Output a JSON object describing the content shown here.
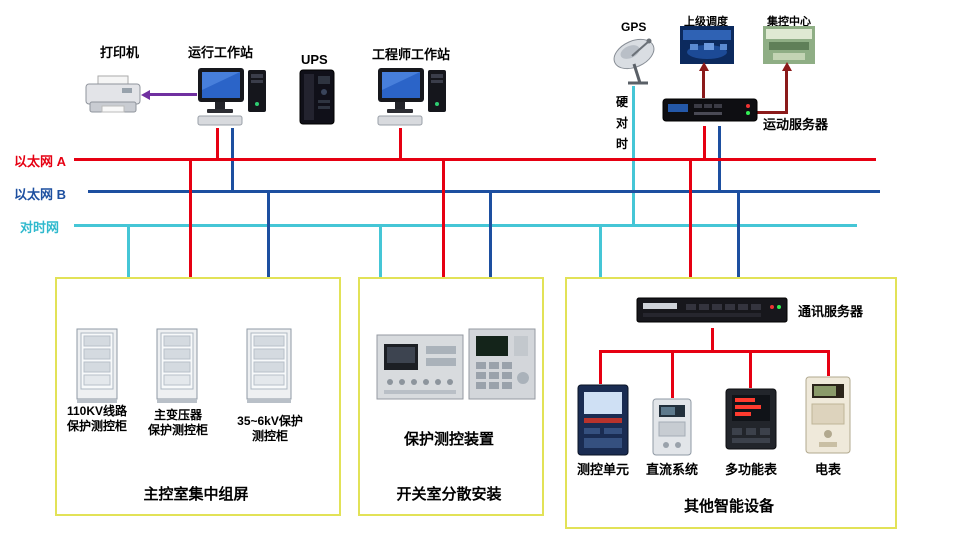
{
  "nodes": {
    "printer": "打印机",
    "operator_workstation": "运行工作站",
    "ups": "UPS",
    "engineer_workstation": "工程师工作站",
    "gps": "GPS",
    "upper_dispatch": "上级调度",
    "central_control": "集控中心",
    "telecontrol_server": "运动服务器",
    "hard_time_sync": "硬对时"
  },
  "buses": {
    "ethernet_a": {
      "label": "以太网 A",
      "color": "#e60012"
    },
    "ethernet_b": {
      "label": "以太网 B",
      "color": "#1d4fa0"
    },
    "time_net": {
      "label": "对时网",
      "color": "#45c6d6"
    }
  },
  "groups": {
    "left": {
      "cabinets": [
        {
          "line1": "110KV线路",
          "line2": "保护测控柜"
        },
        {
          "line1": "主变压器",
          "line2": "保护测控柜"
        },
        {
          "line1": "35~6kV保护",
          "line2": "测控柜"
        }
      ],
      "caption": "主控室集中组屏"
    },
    "middle": {
      "label": "保护测控装置",
      "caption": "开关室分散安装"
    },
    "right": {
      "server": "通讯服务器",
      "devices": [
        "测控单元",
        "直流系统",
        "多功能表",
        "电表"
      ],
      "caption": "其他智能设备"
    }
  },
  "colors": {
    "dispatch_link": "#8b1a1a",
    "printer_link": "#7030a0",
    "group_border": "#e2e257"
  }
}
